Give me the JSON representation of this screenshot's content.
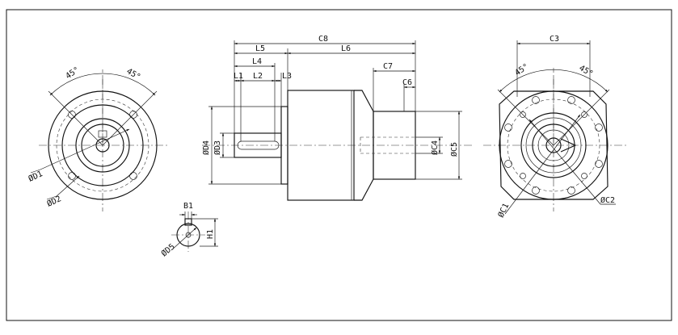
{
  "labels": {
    "angle_left_a": "45°",
    "angle_left_b": "45°",
    "D1": "ØD1",
    "D2": "ØD2",
    "C8": "C8",
    "L5": "L5",
    "L6": "L6",
    "L4": "L4",
    "L1": "L1",
    "L2": "L2",
    "L3": "L3",
    "C7": "C7",
    "C6": "C6",
    "D4": "ØD4",
    "D3": "ØD3",
    "C4": "ØC4",
    "C5": "ØC5",
    "B1": "B1",
    "H1": "H1",
    "D5": "ØD5",
    "C3": "C3",
    "angle_right_a": "45°",
    "angle_right_b": "45°",
    "C1": "ØC1",
    "C2": "ØC2"
  }
}
